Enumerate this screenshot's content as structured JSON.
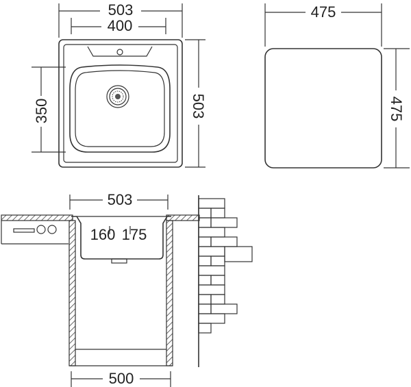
{
  "dims": {
    "top_sink_outer_width": "503",
    "top_sink_inner_width": "400",
    "top_sink_height_left": "350",
    "top_sink_height_right": "503",
    "cutout_width": "475",
    "cutout_height": "475",
    "section_width": "503",
    "bowl_depth_left": "160",
    "bowl_depth_right": "175",
    "cabinet_width": "500"
  },
  "colors": {
    "line": "#333333",
    "wall": "#000000",
    "background": "#ffffff"
  }
}
